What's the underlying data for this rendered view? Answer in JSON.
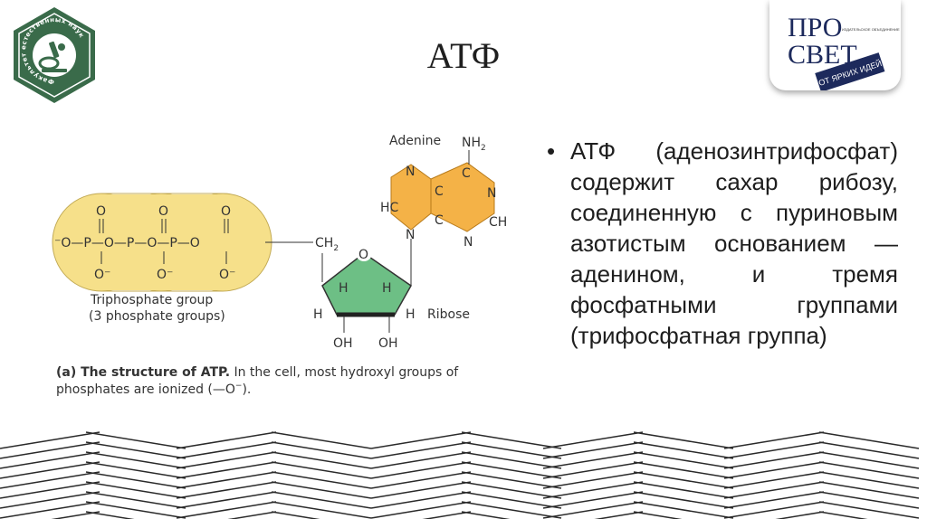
{
  "title": "АТФ",
  "logo_left": {
    "ring_text": "Факультет естественных наук",
    "color": "#3a6b4a"
  },
  "logo_right": {
    "line1": "ПРО",
    "line2": "СВЕТ",
    "small_text": "ИЗДАТЕЛЬСКОЕ ОБЪЕДИНЕНИЕ",
    "stamp": "ОТ ЯРКИХ ИДЕЙ",
    "color": "#1d2a5c"
  },
  "diagram": {
    "adenine_label": "Adenine",
    "nh2": "NH",
    "nh2_sub": "2",
    "ribose_label": "Ribose",
    "ch2": "CH",
    "ch2_sub": "2",
    "triphosphate_label_1": "Triphosphate group",
    "triphosphate_label_2": "(3 phosphate groups)",
    "caption_bold": "(a) The structure of ATP.",
    "caption_rest": " In the cell, most hydroxyl groups of",
    "caption_line2": "phosphates are ionized (—O",
    "caption_line2_end": ").",
    "colors": {
      "phosphate_fill": "#f6e08a",
      "adenine_fill": "#f4b247",
      "ribose_fill": "#6dbf85"
    }
  },
  "bullet": {
    "dot": "•",
    "text": "АТФ (аденозинтрифосфат) содержит сахар рибозу, соединенную с пуриновым азотистым основанием — аденином, и тремя фосфатными группами (трифосфатная группа)"
  }
}
